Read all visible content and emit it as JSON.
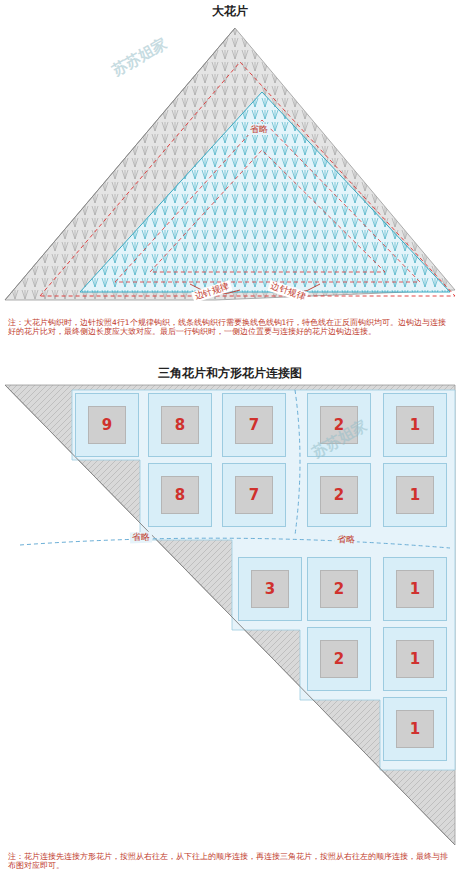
{
  "diagram": {
    "title": "大花片",
    "nodes": [
      {
        "text": [
          "9"
        ]
      },
      {
        "text": [
          "8"
        ]
      },
      {
        "text": [
          "7"
        ]
      },
      {
        "text": [
          "2"
        ]
      },
      {
        "text": [
          "1"
        ]
      },
      {
        "text": [
          "8"
        ]
      },
      {
        "text": [
          "7"
        ]
      },
      {
        "text": [
          "2"
        ]
      },
      {
        "text": [
          "1"
        ]
      },
      {
        "text": [
          "3"
        ]
      },
      {
        "text": [
          "2"
        ]
      },
      {
        "text": [
          "1"
        ]
      },
      {
        "text": [
          "2"
        ]
      },
      {
        "text": [
          "1"
        ]
      },
      {
        "text": [
          "1"
        ]
      }
    ],
    "labels": [
      "省略",
      "边针规律",
      "边针规律",
      "注：大花片钩织时，边针按照4行1个规律钩织，线条线钩织行需要换线色线钩1行，特色线在正反面钩织均可。边钩边与连接好的花片比对，最终侧边长度应大致对应。最后一行钩织时，一侧边位置要与连接好的花片边钩边连接。",
      "三角花片和方形花片连接图",
      "省略",
      "省略",
      "注：花片连接先连接方形花片，按照从右往左，从下往上的顺序连接，再连接三角花片，按照从右往左的顺序连接，最终与排布图对应即可。",
      "苏苏姐家",
      "苏苏姐家"
    ]
  }
}
